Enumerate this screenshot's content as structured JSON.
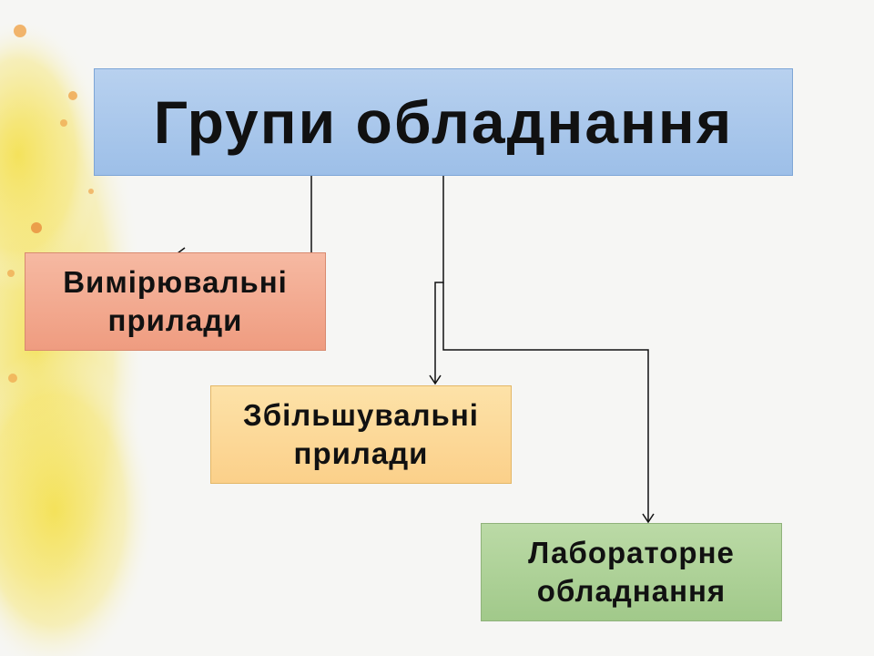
{
  "diagram": {
    "title": "Групи обладнання",
    "nodes": [
      {
        "line1": "Вимірювальні",
        "line2": "прилади",
        "fill": "#f3ab91"
      },
      {
        "line1": "Збільшувальні",
        "line2": "прилади",
        "fill": "#fcd999"
      },
      {
        "line1": "Лабораторне",
        "line2": "обладнання",
        "fill": "#aed198"
      }
    ],
    "title_fill": "#abc8ec",
    "connector_color": "#111111"
  }
}
